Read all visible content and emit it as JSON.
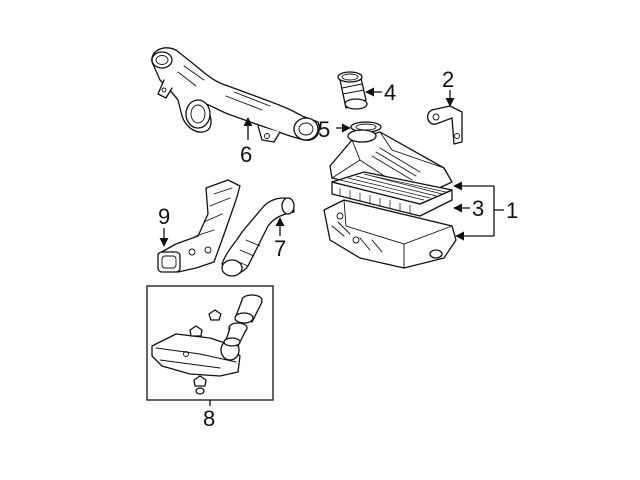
{
  "callouts": {
    "c1": "1",
    "c2": "2",
    "c3": "3",
    "c4": "4",
    "c5": "5",
    "c6": "6",
    "c7": "7",
    "c8": "8",
    "c9": "9"
  },
  "colors": {
    "line": "#111111",
    "background": "#ffffff"
  },
  "icons": {
    "arrowhead": "arrowhead-icon"
  }
}
